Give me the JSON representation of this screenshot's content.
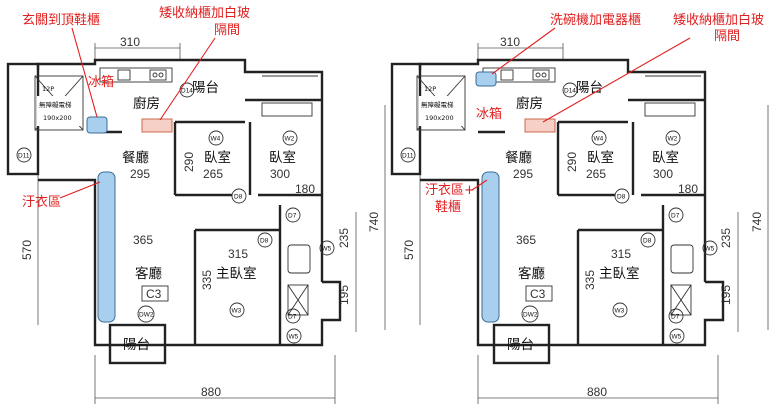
{
  "plans": [
    {
      "notes": {
        "shoe_cabinet": "玄關到頂鞋櫃",
        "fridge": "冰箱",
        "cabinet_top": "矮收納櫃加白玻",
        "cabinet_bottom": "隔間",
        "laundry": "汙衣區"
      },
      "rooms": {
        "kitchen": "廚房",
        "balcony_top": "陽台",
        "dining": "餐廳",
        "bedroom1": "臥室",
        "bedroom2": "臥室",
        "living": "客廳",
        "master": "主臥室",
        "balcony_bottom": "陽台"
      },
      "dims": {
        "top": "310",
        "w1": "265",
        "w2": "300",
        "d1": "295",
        "d2": "180",
        "d3": "290",
        "d4": "365",
        "d5": "315",
        "v1": "335",
        "v2": "235",
        "v3": "195",
        "left": "570",
        "right": "740",
        "bottom": "880"
      },
      "labels": {
        "d14": "D14",
        "w4": "W4",
        "w2": "W2",
        "d8a": "D8",
        "d8b": "D8",
        "d7a": "D7",
        "d7b": "D7",
        "w5a": "W5",
        "w5b": "W5",
        "w3": "W3",
        "dw2": "DW2",
        "d11": "D11",
        "c3": "C3"
      },
      "elevator": {
        "cap": "12P",
        "name": "無障礙電梯",
        "size": "190x200"
      }
    },
    {
      "notes": {
        "dishwasher": "洗碗機加電器櫃",
        "fridge": "冰箱",
        "cabinet_top": "矮收納櫃加白玻",
        "cabinet_bottom": "隔間",
        "laundry_top": "汙衣區+",
        "laundry_bottom": "鞋櫃"
      },
      "rooms": {
        "kitchen": "廚房",
        "balcony_top": "陽台",
        "dining": "餐廳",
        "bedroom1": "臥室",
        "bedroom2": "臥室",
        "living": "客廳",
        "master": "主臥室",
        "balcony_bottom": "陽台"
      },
      "dims": {
        "top": "310",
        "w1": "265",
        "w2": "300",
        "d1": "295",
        "d2": "180",
        "d3": "290",
        "d4": "365",
        "d5": "315",
        "v1": "335",
        "v2": "235",
        "v3": "195",
        "left": "570",
        "right": "740",
        "bottom": "880"
      },
      "labels": {
        "d14": "D14",
        "w4": "W4",
        "w2": "W2",
        "d8a": "D8",
        "d8b": "D8",
        "d7a": "D7",
        "d7b": "D7",
        "w5a": "W5",
        "w5b": "W5",
        "w3": "W3",
        "dw2": "DW2",
        "d11": "D11",
        "c3": "C3"
      },
      "elevator": {
        "cap": "12P",
        "name": "無障礙電梯",
        "size": "190x200"
      }
    }
  ],
  "colors": {
    "annotation": "#e02020",
    "highlight_blue": "#a9cfee",
    "highlight_pink": "#f6cfc6",
    "wall": "#222222"
  }
}
